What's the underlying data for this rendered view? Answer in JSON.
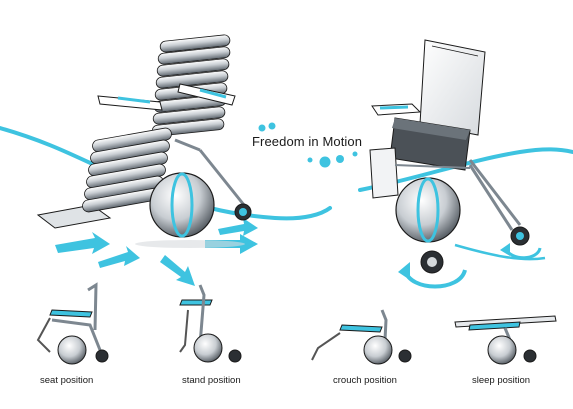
{
  "title": "Freedom in Motion",
  "positions": [
    {
      "label": "seat position"
    },
    {
      "label": "stand position"
    },
    {
      "label": "crouch position"
    },
    {
      "label": "sleep position"
    }
  ],
  "colors": {
    "accent": "#3ec3e0",
    "accent_dark": "#1aa7cc",
    "metal": "#7d8790",
    "outline": "#1b1b1b"
  }
}
